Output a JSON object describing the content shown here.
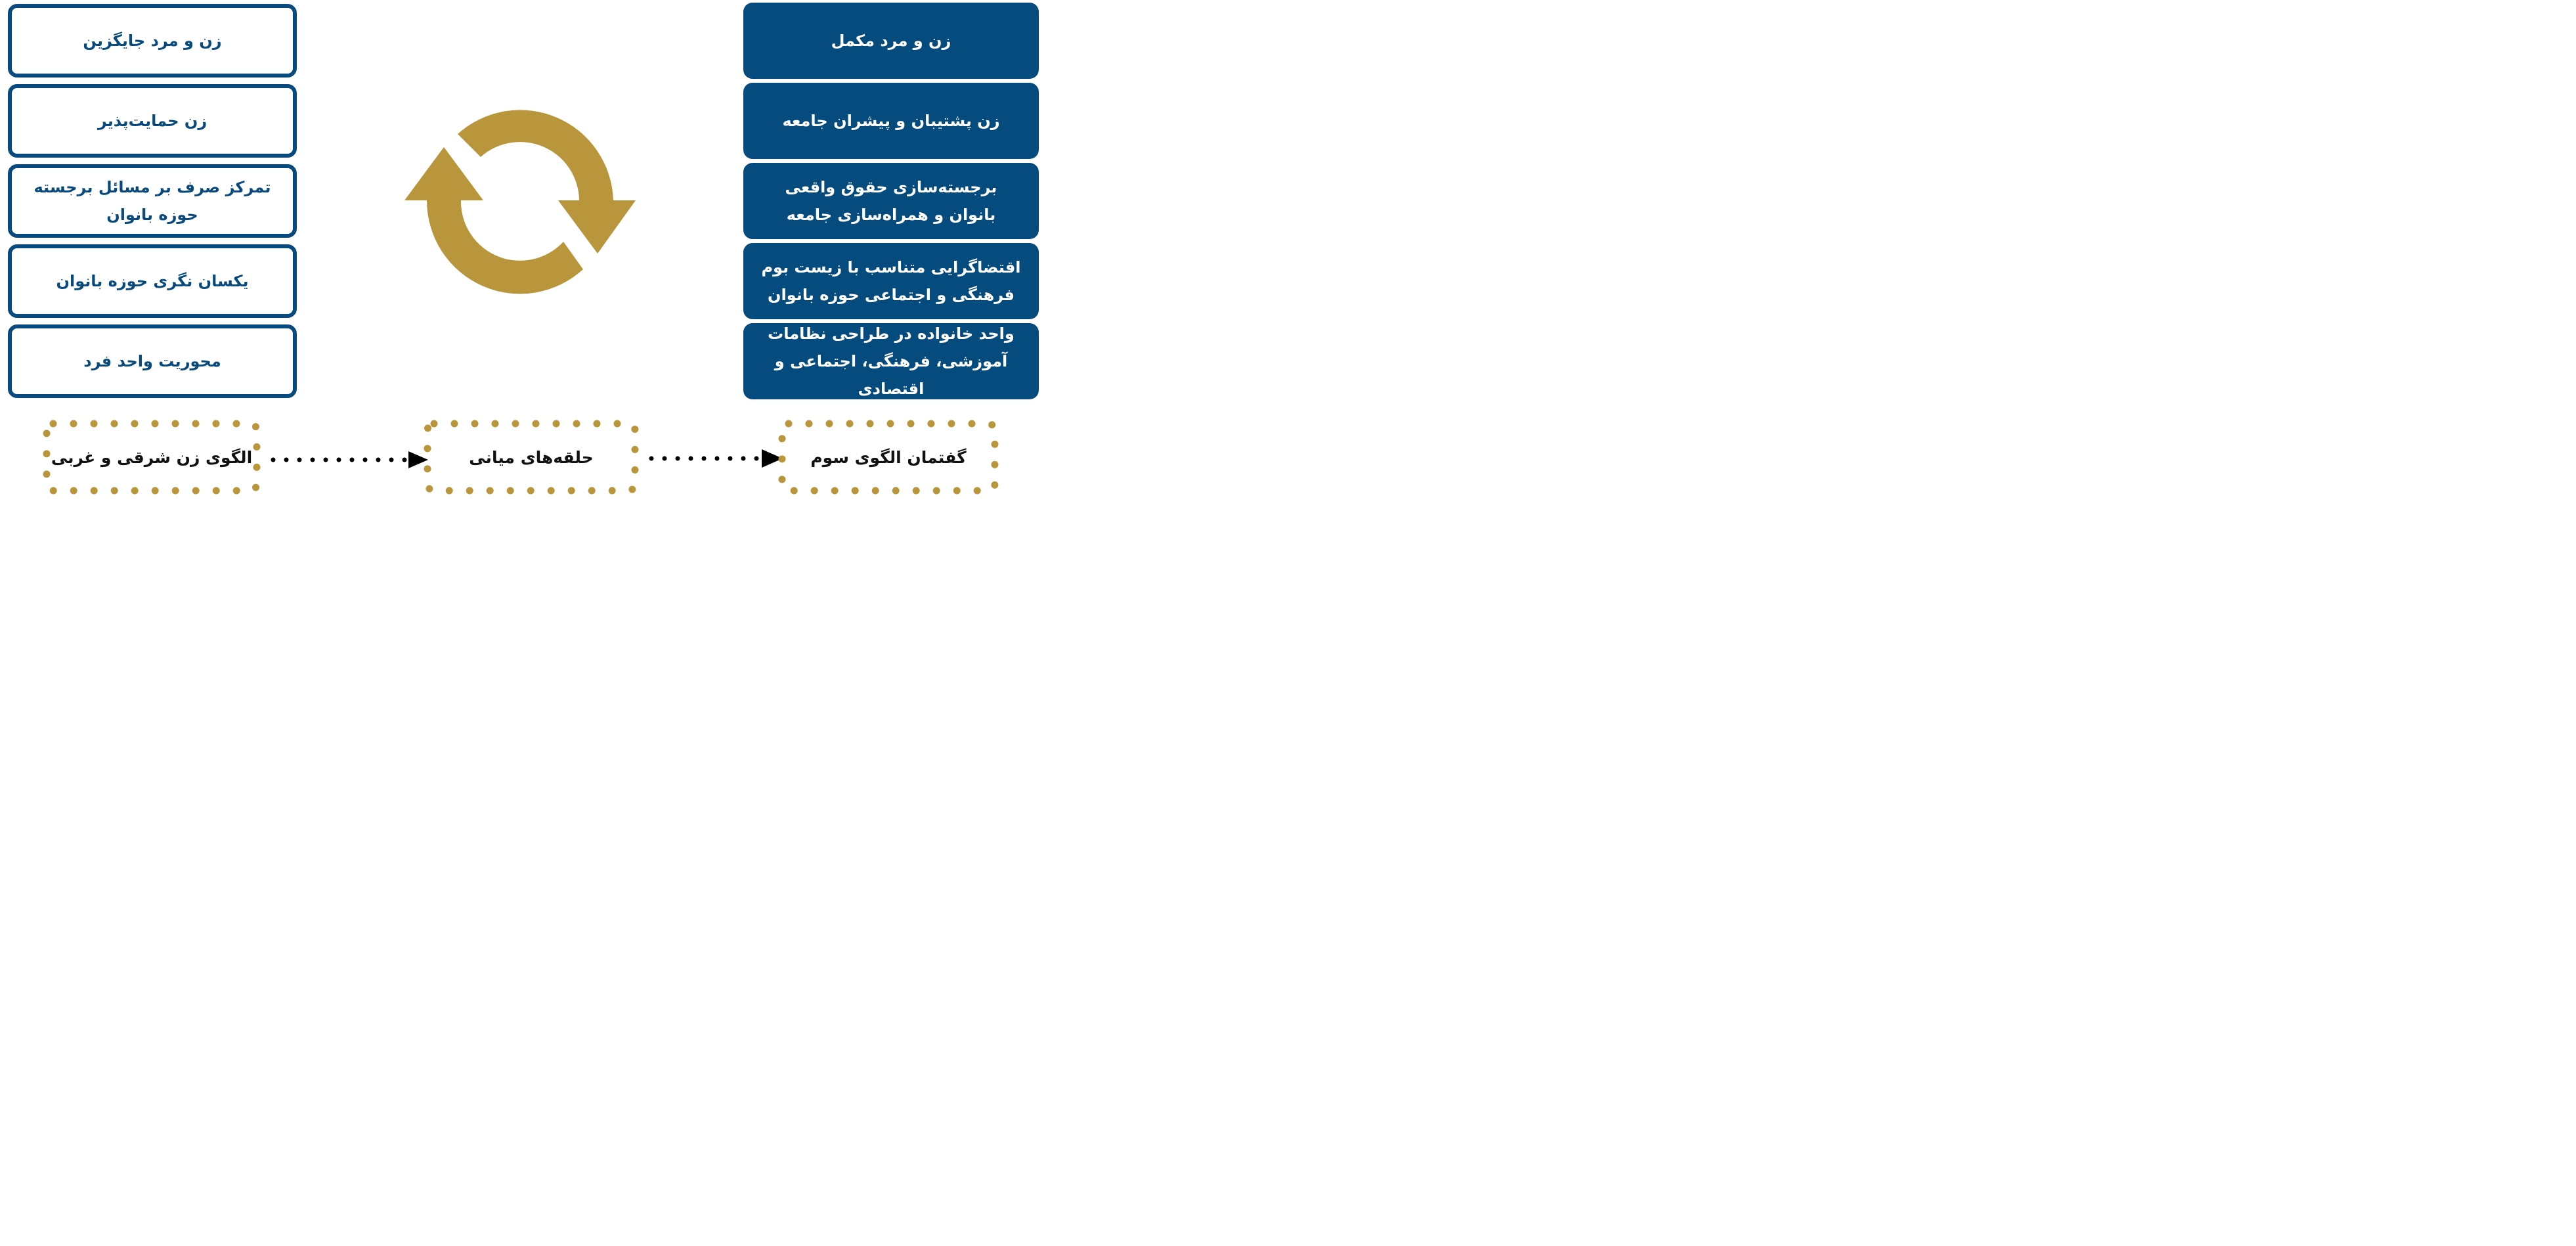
{
  "left_boxes": [
    "زن و مرد جایگزین",
    "زن حمایت‌پذیر",
    "تمرکز صرف بر مسائل برجسته حوزه بانوان",
    "یکسان نگری حوزه بانوان",
    "محوریت واحد فرد"
  ],
  "right_boxes": [
    "زن و مرد مکمل",
    "زن پشتیبان و پیشران جامعه",
    "برجسته‌سازی حقوق واقعی بانوان و همراه‌سازی جامعه",
    "اقتضاگرایی متناسب با زیست بوم فرهنگی و اجتماعی حوزه بانوان",
    "واحد خانواده در طراحی نظامات آموزشی، فرهنگی، اجتماعی و اقتصادی"
  ],
  "stages": {
    "left": "الگوی زن شرقی و غربی",
    "middle": "حلقه‌های میانی",
    "right": "گفتمان الگوی سوم"
  },
  "colors": {
    "navy": "#084a7d",
    "gold": "#b9963b",
    "arrow": "#000000"
  },
  "icons": {
    "cycle": "refresh-cycle-icon"
  }
}
